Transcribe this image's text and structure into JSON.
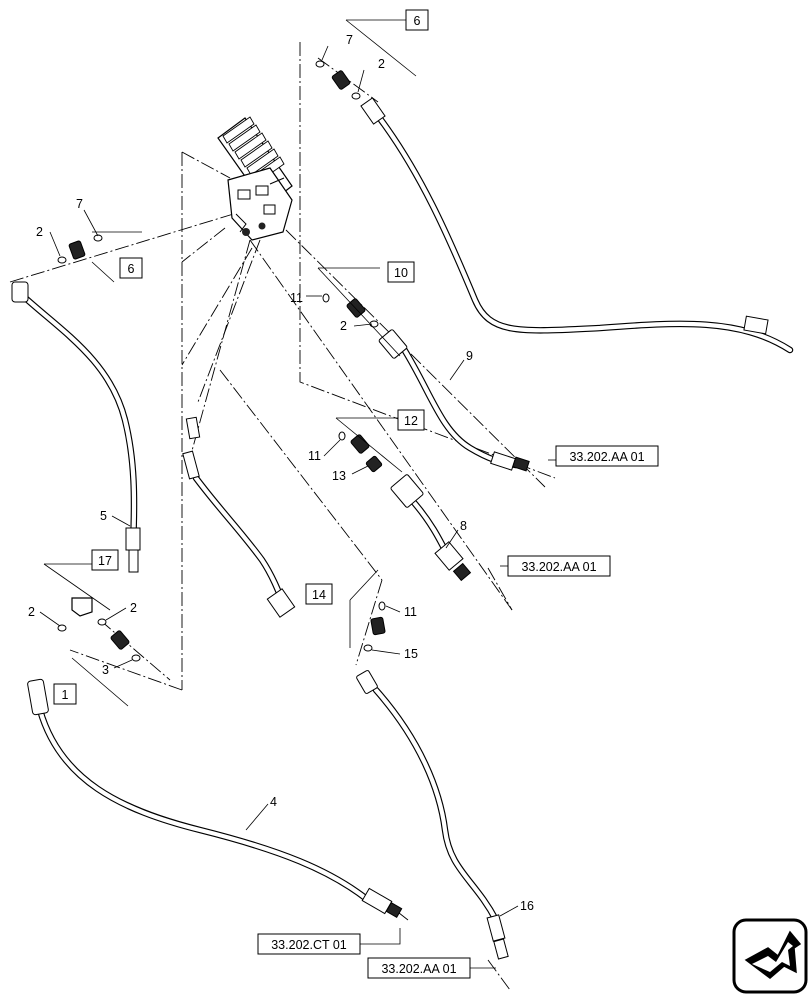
{
  "figure": {
    "callouts": {
      "c7_top": "7",
      "c2_top": "2",
      "c7_left": "7",
      "c2_left": "2",
      "c11_a": "11",
      "c2_mid": "2",
      "c9": "9",
      "c11_b": "11",
      "c13": "13",
      "c8": "8",
      "c5": "5",
      "c2_l1": "2",
      "c2_l2": "2",
      "c3": "3",
      "c11_c": "11",
      "c15": "15",
      "c4": "4",
      "c16": "16"
    },
    "boxed_refs": {
      "b6_top": "6",
      "b6_left": "6",
      "b10": "10",
      "b12": "12",
      "b17": "17",
      "b14": "14",
      "b1": "1"
    },
    "section_refs": {
      "ref_9": "33.202.AA 01",
      "ref_8": "33.202.AA 01",
      "ref_4": "33.202.CT 01",
      "ref_16": "33.202.AA 01"
    },
    "icons": {
      "nav": "next-page-arrow-icon"
    }
  }
}
